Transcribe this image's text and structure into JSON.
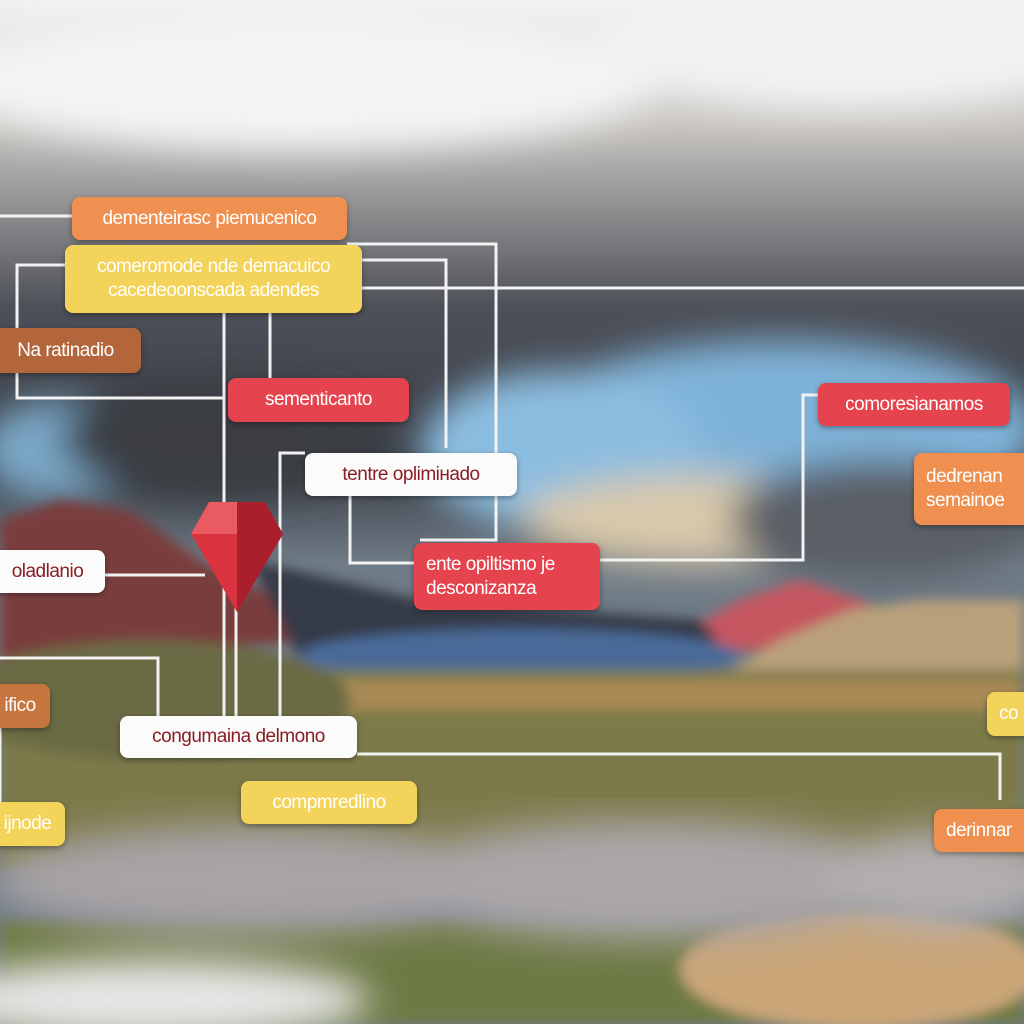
{
  "labels": {
    "l1": "dementeirasc piemucenico",
    "l2a": "comeromode nde demacuico",
    "l2b": "cacedeoonscada adendes",
    "l3": "Na ratinadio",
    "l4": "sementicanto",
    "l5": "tentre oplimінado",
    "l6a": "ente opiltismo je",
    "l6b": "desconizanza",
    "l7": "comoresianamos",
    "l8a": "dedrenan",
    "l8b": "semainoe",
    "l9": "oladlanio",
    "l10": "ifico",
    "l11": "congumaina delmono",
    "l12": "co",
    "l13": "ijnode",
    "l14": "compmredlino",
    "l15": "derinnar"
  },
  "colors": {
    "orange": "#ef9050",
    "yellow": "#f3d35a",
    "brown": "#b3663c",
    "red": "#e5434d",
    "white": "#fbfbfb"
  }
}
